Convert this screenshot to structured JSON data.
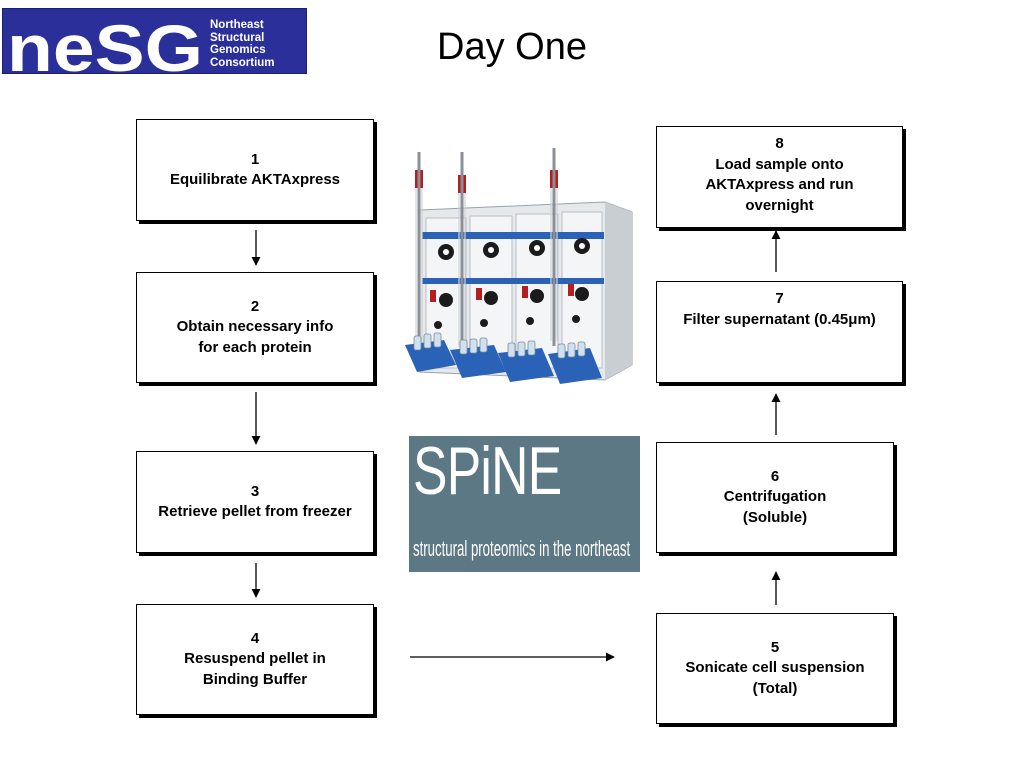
{
  "header": {
    "logo_letters": "neSG",
    "logo_lines": [
      "Northeast",
      "Structural",
      "Genomics",
      "Consortium"
    ],
    "title": "Day One"
  },
  "steps": [
    {
      "num": "1",
      "text": "Equilibrate AKTAxpress"
    },
    {
      "num": "2",
      "text": "Obtain necessary info\nfor each protein"
    },
    {
      "num": "3",
      "text": "Retrieve pellet from freezer"
    },
    {
      "num": "4",
      "text": "Resuspend pellet in\nBinding Buffer"
    },
    {
      "num": "5",
      "text": "Sonicate cell suspension\n(Total)"
    },
    {
      "num": "6",
      "text": "Centrifugation\n(Soluble)"
    },
    {
      "num": "7",
      "text": "Filter supernatant (0.45μm)"
    },
    {
      "num": "8",
      "text": "Load sample onto\nAKTAxpress and run\novernight"
    }
  ],
  "spine_logo": {
    "word": "SPiNE",
    "tagline": "structural proteomics in the northeast"
  },
  "colors": {
    "logo_bg": "#2b2f9a",
    "spine_bg": "#5b7884",
    "instrument_blue": "#2a62b8",
    "instrument_red": "#b51e1e"
  }
}
